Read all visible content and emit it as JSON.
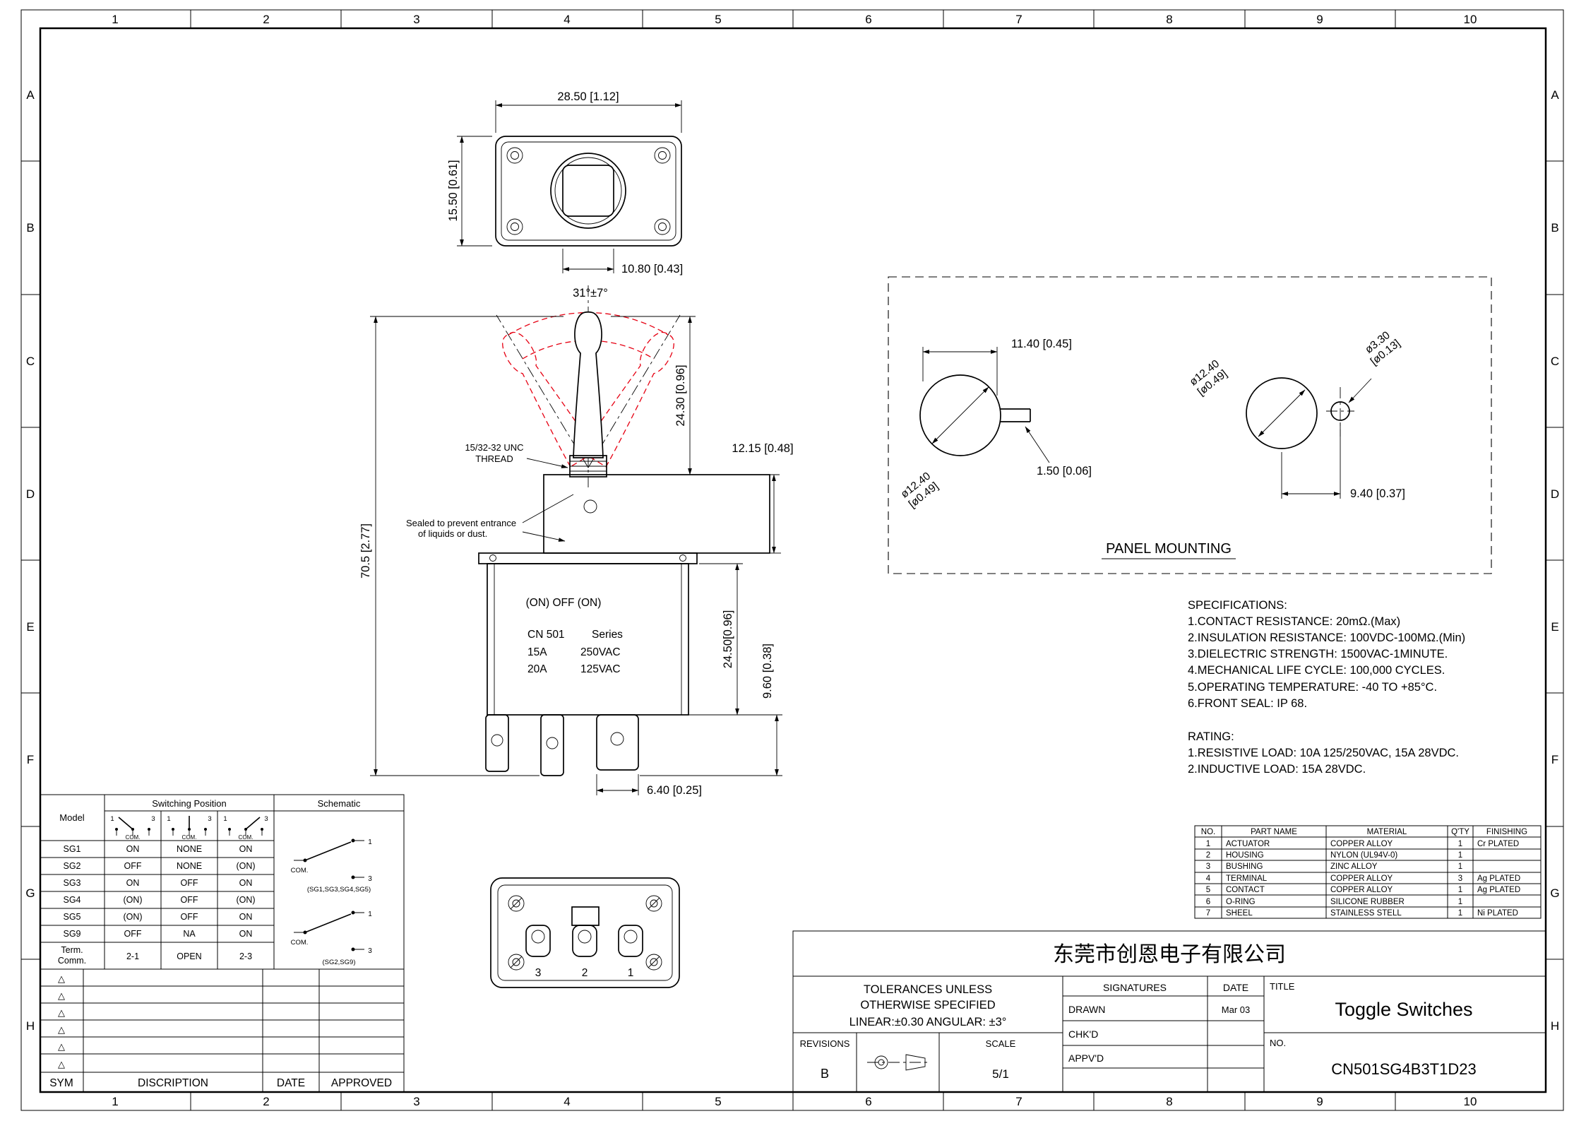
{
  "colors": {
    "line": "#000000",
    "accent_red": "#e60012"
  },
  "grid": {
    "cols": [
      "1",
      "2",
      "3",
      "4",
      "5",
      "6",
      "7",
      "8",
      "9",
      "10"
    ],
    "rows": [
      "A",
      "B",
      "C",
      "D",
      "E",
      "F",
      "G",
      "H"
    ]
  },
  "top_view": {
    "dim_width": "28.50 [1.12]",
    "dim_height": "15.50 [0.61]",
    "dim_hole": "10.80 [0.43]"
  },
  "side_view": {
    "dim_angle": "31°±7°",
    "dim_lever_height": "24.30 [0.96]",
    "dim_bushing_height": "12.15 [0.48]",
    "thread_note_1": "15/32-32 UNC",
    "thread_note_2": "THREAD",
    "seal_note_1": "Sealed to prevent entrance",
    "seal_note_2": "of liquids or dust.",
    "dim_total_height": "70.5 [2.77]",
    "dim_body_height": "24.50[0.96]",
    "dim_terminal_length": "9.60 [0.38]",
    "dim_terminal_width": "6.40 [0.25]",
    "marking_line1": "(ON) OFF (ON)",
    "marking_series_label": "CN 501",
    "marking_series_value": "Series",
    "marking_amp1": "15A",
    "marking_volt1": "250VAC",
    "marking_amp2": "20A",
    "marking_volt2": "125VAC"
  },
  "panel_mounting": {
    "label": "PANEL MOUNTING",
    "dim_width": "11.40 [0.45]",
    "dim_slot": "1.50 [0.06]",
    "dia_main": "ø12.40",
    "dia_main_in": "[ø0.49]",
    "dia_small": "ø3.30",
    "dia_small_in": "[ø0.13]",
    "dim_offset": "9.40 [0.37]"
  },
  "specs": {
    "title": "SPECIFICATIONS:",
    "items": [
      "1.CONTACT RESISTANCE: 20mΩ.(Max)",
      "2.INSULATION RESISTANCE: 100VDC-100MΩ.(Min)",
      "3.DIELECTRIC STRENGTH: 1500VAC-1MINUTE.",
      "4.MECHANICAL LIFE CYCLE: 100,000 CYCLES.",
      "5.OPERATING TEMPERATURE: -40 TO +85°C.",
      "6.FRONT SEAL: IP 68."
    ],
    "rating_title": "RATING:",
    "rating_items": [
      "1.RESISTIVE LOAD: 10A 125/250VAC, 15A 28VDC.",
      "2.INDUCTIVE LOAD: 15A 28VDC."
    ]
  },
  "parts_table": {
    "headers": [
      "NO.",
      "PART NAME",
      "MATERIAL",
      "Q'TY",
      "FINISHING"
    ],
    "rows": [
      [
        "1",
        "ACTUATOR",
        "COPPER ALLOY",
        "1",
        "Cr PLATED"
      ],
      [
        "2",
        "HOUSING",
        "NYLON (UL94V-0)",
        "1",
        ""
      ],
      [
        "3",
        "BUSHING",
        "ZINC ALLOY",
        "1",
        ""
      ],
      [
        "4",
        "TERMINAL",
        "COPPER ALLOY",
        "3",
        "Ag PLATED"
      ],
      [
        "5",
        "CONTACT",
        "COPPER ALLOY",
        "1",
        "Ag PLATED"
      ],
      [
        "6",
        "O-RING",
        "SILICONE RUBBER",
        "1",
        ""
      ],
      [
        "7",
        "SHEEL",
        "STAINLESS STELL",
        "1",
        "Ni PLATED"
      ]
    ]
  },
  "switch_table": {
    "header_model": "Model",
    "header_position": "Switching Position",
    "header_schematic": "Schematic",
    "icon": {
      "one": "1",
      "three": "3",
      "com": "COM."
    },
    "rows": [
      [
        "SG1",
        "ON",
        "NONE",
        "ON"
      ],
      [
        "SG2",
        "OFF",
        "NONE",
        "(ON)"
      ],
      [
        "SG3",
        "ON",
        "OFF",
        "ON"
      ],
      [
        "SG4",
        "(ON)",
        "OFF",
        "(ON)"
      ],
      [
        "SG5",
        "(ON)",
        "OFF",
        "ON"
      ],
      [
        "SG9",
        "OFF",
        "NA",
        "ON"
      ]
    ],
    "term_row": {
      "label_1": "Term.",
      "label_2": "Comm.",
      "values": [
        "2-1",
        "OPEN",
        "2-3"
      ]
    },
    "schematic_note_1": "(SG1,SG3,SG4,SG5)",
    "schematic_note_2": "(SG2,SG9)"
  },
  "revision_table": {
    "sym": "△",
    "headers": [
      "SYM",
      "DISCRIPTION",
      "DATE",
      "APPROVED"
    ]
  },
  "bottom_view": {
    "terminals": [
      "3",
      "2",
      "1"
    ]
  },
  "title_block": {
    "company": "东莞市创恩电子有限公司",
    "tol_line1": "TOLERANCES UNLESS",
    "tol_line2": "OTHERWISE SPECIFIED",
    "tol_line3": "LINEAR:±0.30 ANGULAR: ±3°",
    "signatures_label": "SIGNATURES",
    "date_label": "DATE",
    "drawn_label": "DRAWN",
    "drawn_date": "Mar 03",
    "checked_label": "CHK'D",
    "approved_label": "APPV'D",
    "revisions_label": "REVISIONS",
    "revision": "B",
    "scale_label": "SCALE",
    "scale": "5/1",
    "title_label": "TITLE",
    "title": "Toggle Switches",
    "no_label": "NO.",
    "drawing_no": "CN501SG4B3T1D23"
  }
}
